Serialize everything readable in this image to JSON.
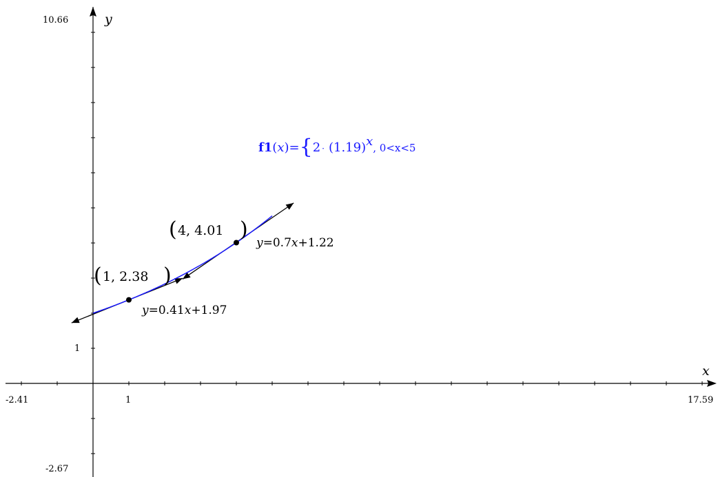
{
  "chart_data": {
    "type": "line",
    "axes": {
      "x_name": "x",
      "y_name": "y",
      "xlim": [
        -2.41,
        17.59
      ],
      "ylim": [
        -2.67,
        10.66
      ],
      "xlim_labels": [
        "-2.41",
        "17.59"
      ],
      "ylim_labels": [
        "10.66",
        "-2.67"
      ],
      "x_tick_labels": [
        {
          "value": 1,
          "label": "1"
        }
      ],
      "y_tick_labels": [
        {
          "value": 1,
          "label": "1"
        }
      ],
      "x_tick_step": 1,
      "y_tick_step": 1
    },
    "function": {
      "name": "f1",
      "formula": {
        "name": "f1",
        "arg": "x",
        "eq": "=",
        "brace": "{",
        "coef": "2",
        "dot": "·",
        "base": "(1.19)",
        "exp": "x",
        "domain": ", 0<x<5"
      },
      "coefficient": 2,
      "base": 1.19,
      "domain": [
        0,
        5
      ],
      "color": "#1a1aff"
    },
    "points": [
      {
        "x": 1,
        "y": 2.38,
        "label": "(1, 2.38)",
        "coords": "1, 2.38"
      },
      {
        "x": 4,
        "y": 4.01,
        "label": "(4, 4.01)",
        "coords": "4, 4.01"
      }
    ],
    "tangent_lines": [
      {
        "slope": 0.41,
        "intercept": 1.97,
        "label": "y=0.41x+1.97",
        "label_prefix": "y",
        "label_mid": "=0.41",
        "label_x": "x",
        "label_suffix": "+1.97",
        "x_range": [
          -0.6,
          2.5
        ]
      },
      {
        "slope": 0.7,
        "intercept": 1.22,
        "label": "y=0.7x+1.22",
        "label_prefix": "y",
        "label_mid": "=0.7",
        "label_x": "x",
        "label_suffix": "+1.22",
        "x_range": [
          2.5,
          5.6
        ]
      }
    ],
    "colors": {
      "function": "#1a1aff",
      "axes": "#000000",
      "lines": "#000000"
    }
  }
}
